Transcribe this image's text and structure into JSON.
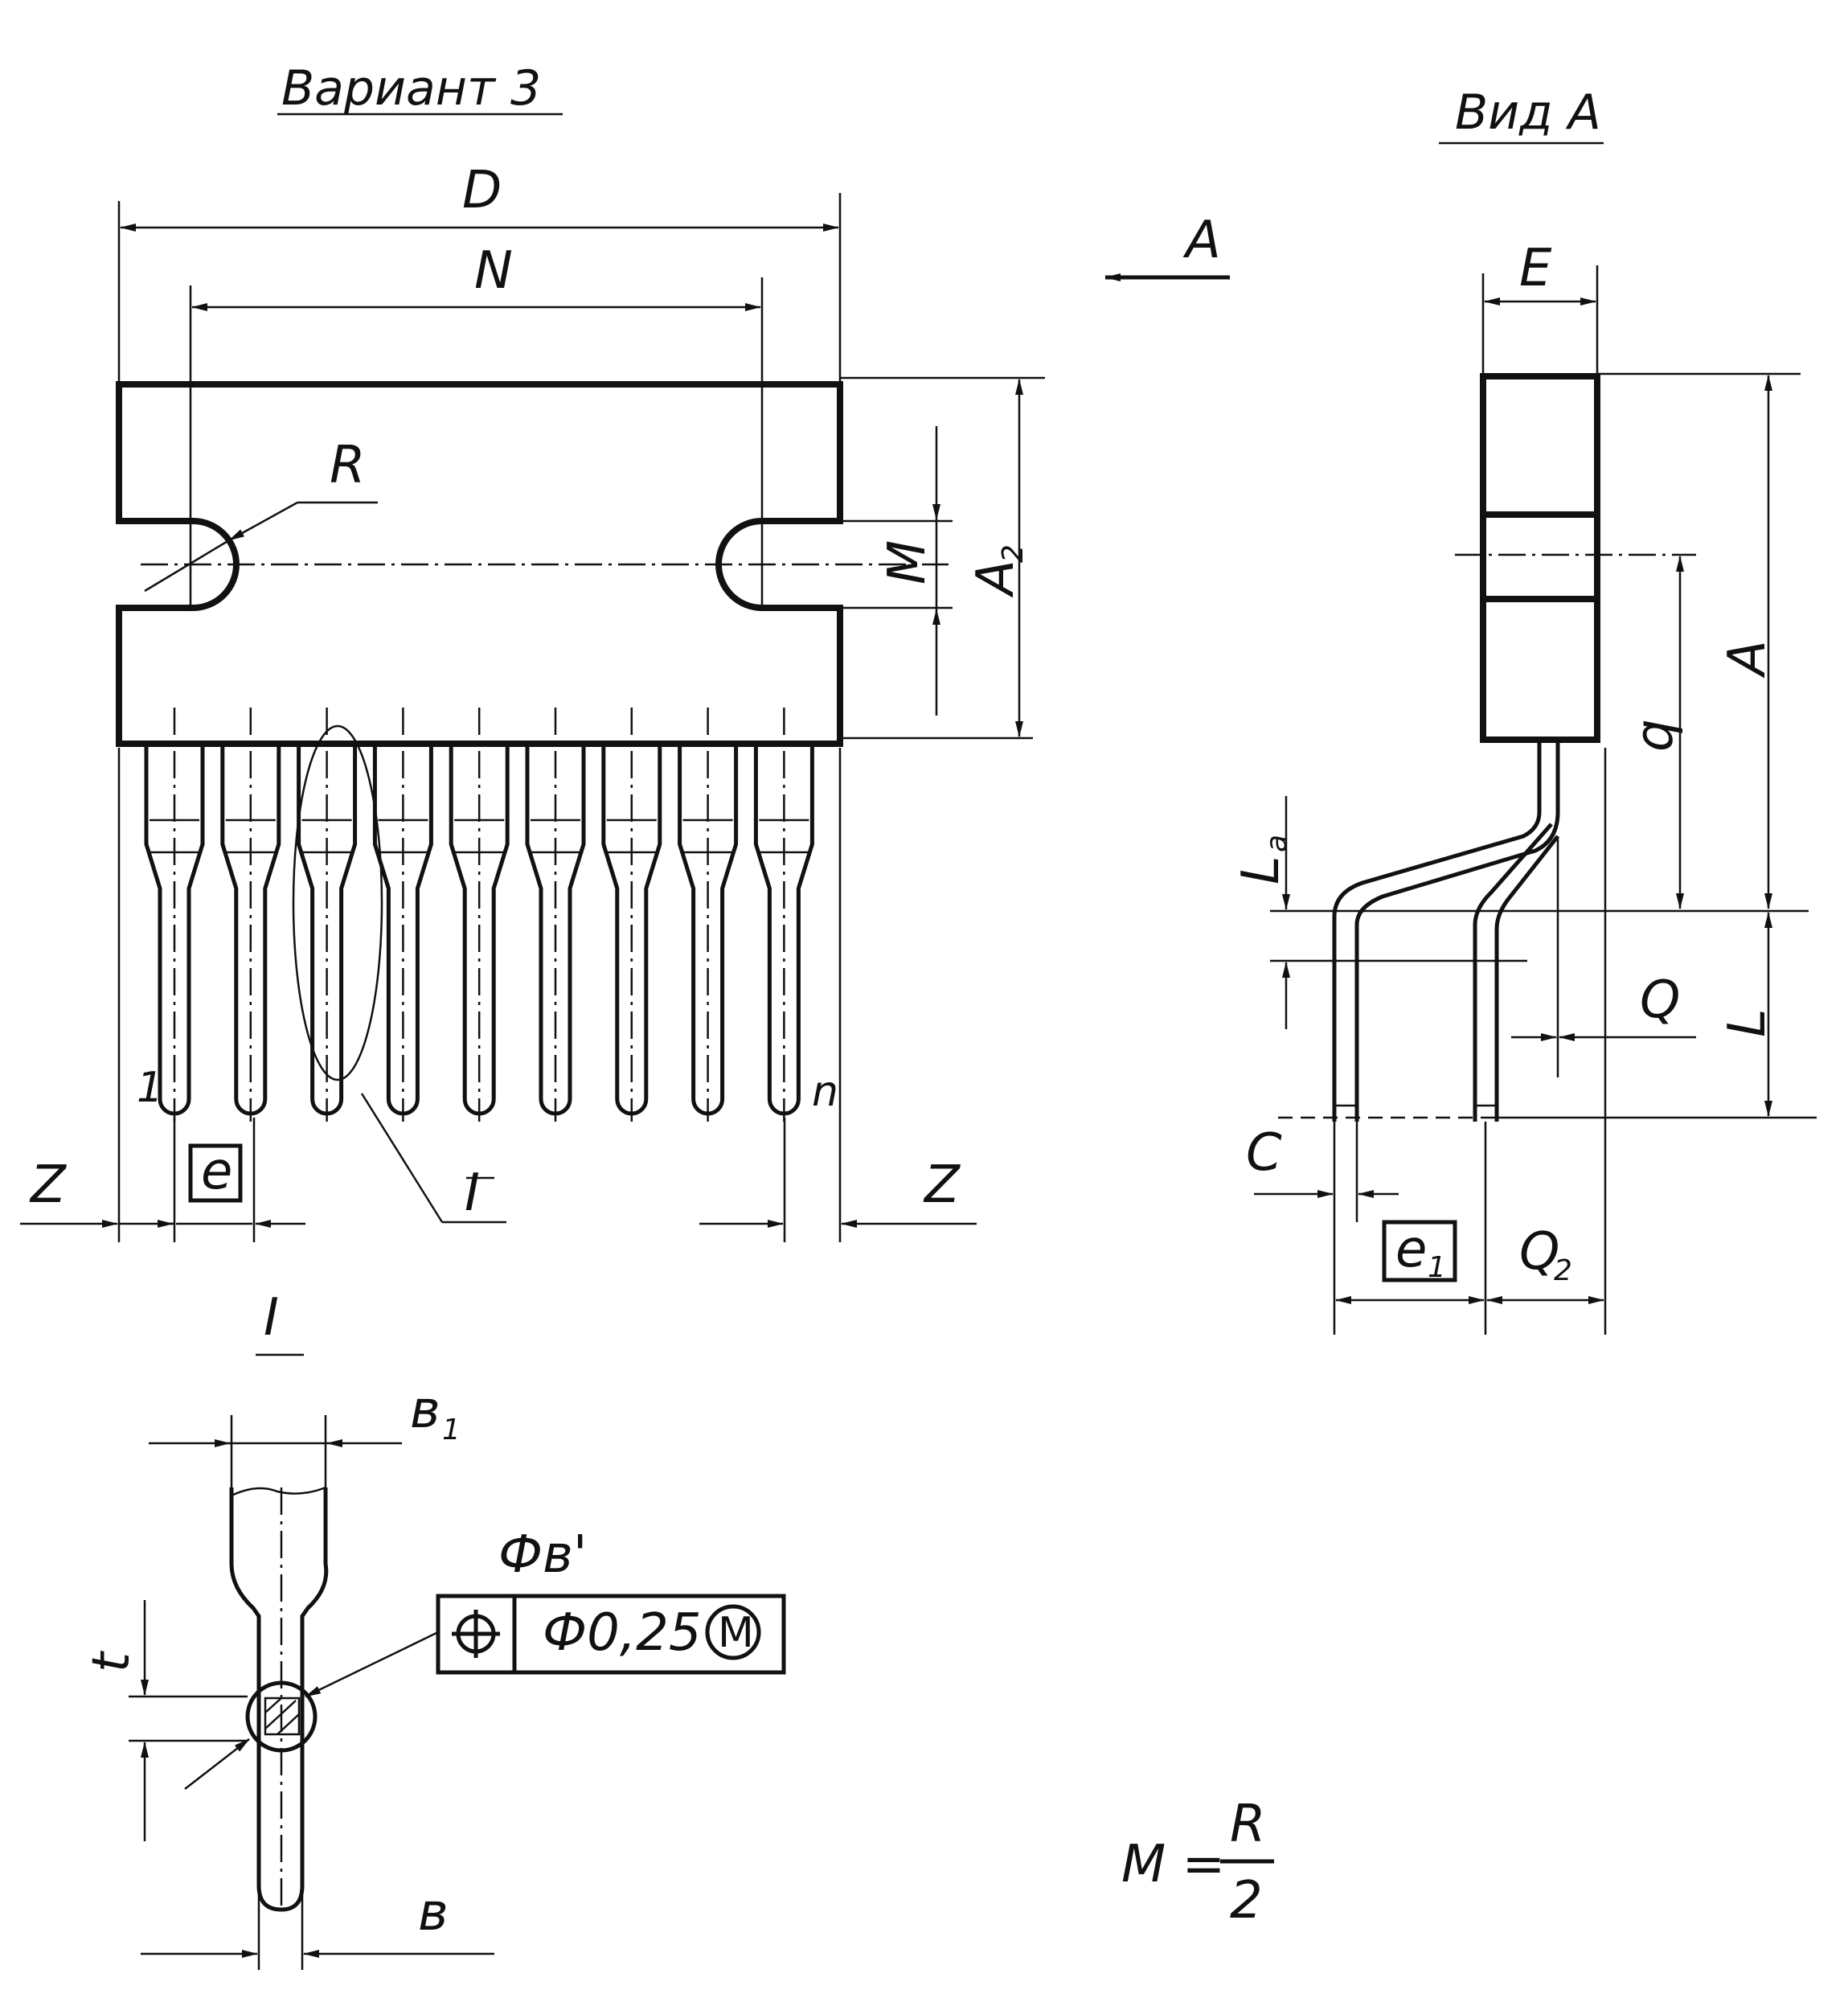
{
  "title_left": "Вариант 3",
  "title_right": "Вид А",
  "view_arrow_label": "А",
  "front_view": {
    "dims": {
      "D": "D",
      "N": "N",
      "R": "R",
      "M": "M",
      "A2_main": "A",
      "A2_sub": "2",
      "e": "e",
      "Z_left": "Z",
      "Z_right": "Z",
      "detail_ref": "I"
    },
    "pin_first": "1",
    "pin_last": "n",
    "pin_count_drawn": 9
  },
  "side_view": {
    "dims": {
      "E": "E",
      "A": "A",
      "q": "q",
      "La_main": "L",
      "La_sub": "a",
      "L": "L",
      "Q": "Q",
      "C": "C",
      "e1_main": "e",
      "e1_sub": "1",
      "Q2_main": "Q",
      "Q2_sub": "2"
    }
  },
  "detail_view": {
    "title": "I",
    "dims": {
      "b1_main": "в",
      "b1_sub": "1",
      "phi_b_prime": "Фв'",
      "t": "t",
      "b": "в"
    },
    "tolerance_frame": {
      "symbol": "position-icon",
      "value": "Ф0,25",
      "modifier": "M"
    }
  },
  "formula": {
    "lhs": "M =",
    "numerator": "R",
    "denominator": "2"
  }
}
